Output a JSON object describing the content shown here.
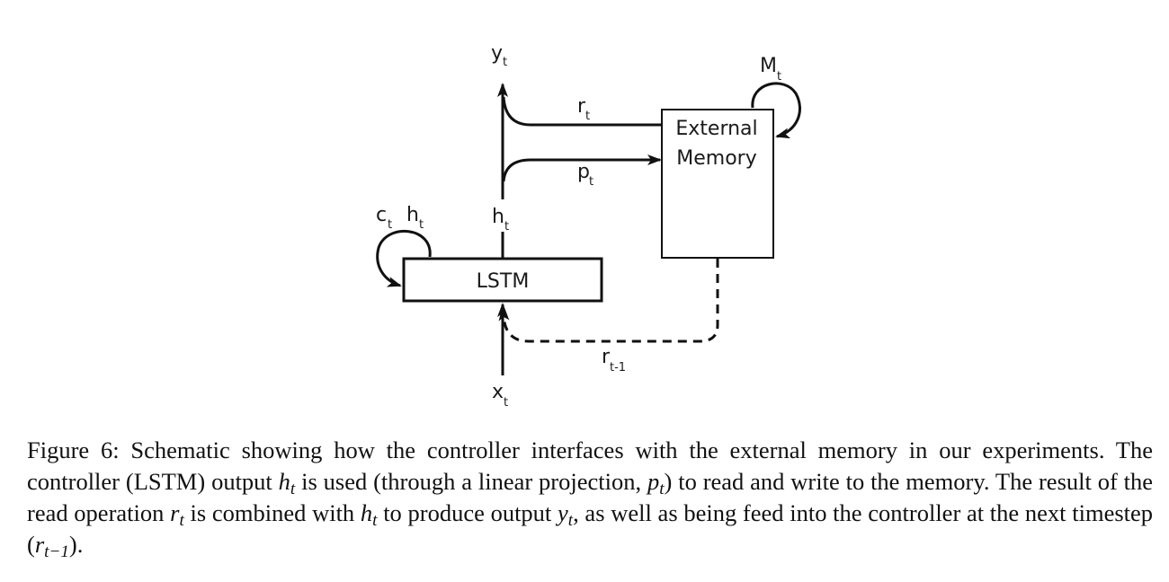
{
  "diagram": {
    "boxes": {
      "lstm": "LSTM",
      "memory_line1": "External",
      "memory_line2": "Memory"
    },
    "labels": {
      "y": {
        "base": "y",
        "sub": "t"
      },
      "x": {
        "base": "x",
        "sub": "t"
      },
      "h_out": {
        "base": "h",
        "sub": "t"
      },
      "c_loop": {
        "base": "c",
        "sub": "t"
      },
      "h_loop": {
        "base": "h",
        "sub": "t"
      },
      "r": {
        "base": "r",
        "sub": "t"
      },
      "p": {
        "base": "p",
        "sub": "t"
      },
      "m": {
        "base": "M",
        "sub": "t"
      },
      "r_prev": {
        "base": "r",
        "sub": "t-1"
      }
    }
  },
  "caption": {
    "label": "Figure 6:",
    "seg1": "Schematic showing how the controller interfaces with the external memory in our experiments. The controller (LSTM) output",
    "h_var": "h",
    "h_sub": "t",
    "seg2": "is used (through a linear projection,",
    "p_var": "p",
    "p_sub": "t",
    "seg3": ") to read and write to the memory. The result of the read operation",
    "r_var": "r",
    "r_sub": "t",
    "seg4": "is combined with",
    "h2_var": "h",
    "h2_sub": "t",
    "seg5": "to produce output",
    "y_var": "y",
    "y_sub": "t",
    "seg6": ", as well as being feed into the controller at the next timestep (",
    "rp_var": "r",
    "rp_sub": "t−1",
    "seg7": ")."
  }
}
